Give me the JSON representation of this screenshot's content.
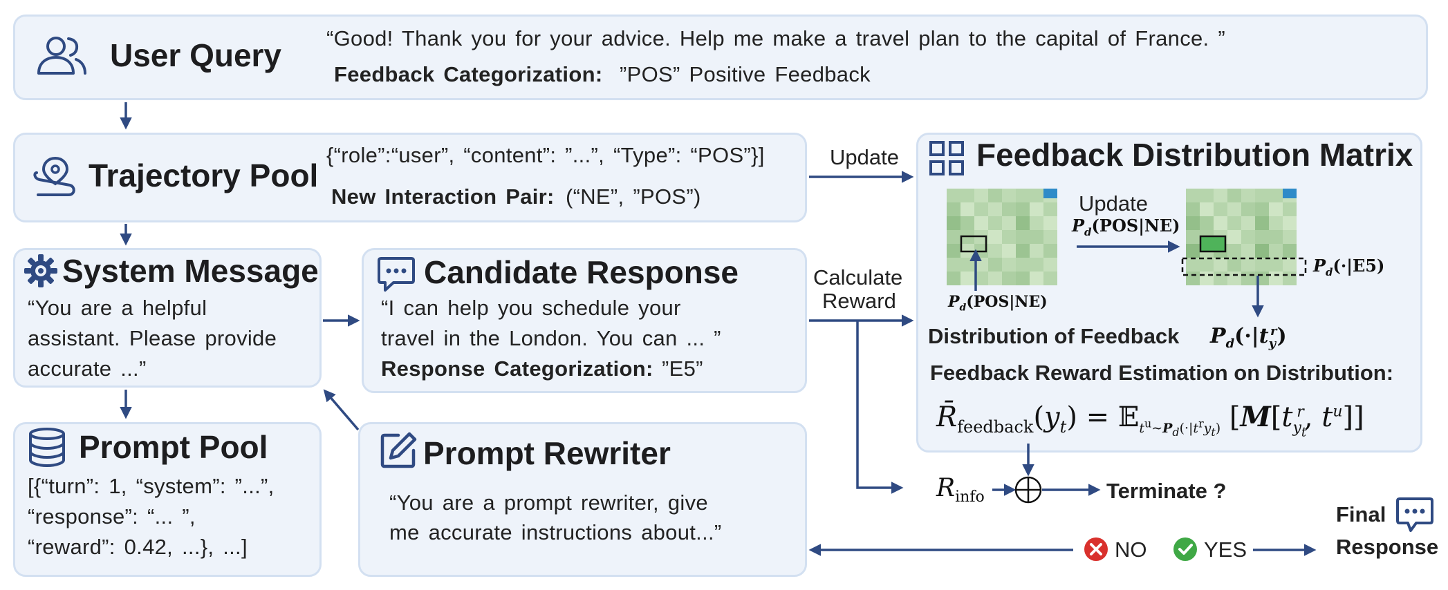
{
  "user_query": {
    "title": "User Query",
    "quote": "“Good!  Thank  you  for  your  advice.  Help  me  make  a  travel  plan  to  the  capital  of  France. ”",
    "feedback_label": "Feedback Categorization:",
    "feedback_value": "”POS”  Positive  Feedback"
  },
  "trajectory_pool": {
    "title": "Trajectory Pool",
    "record": "{“role”:“user”,  “content”:  ”...”,  “Type”:  “POS”}]",
    "pair_label": "New Interaction Pair:",
    "pair_value": "(“NE”,  ”POS”)"
  },
  "system_message": {
    "title": "System Message",
    "lines": [
      "“You  are  a  helpful",
      "assistant.  Please  provide",
      "accurate  ...”"
    ]
  },
  "candidate_response": {
    "title": "Candidate Response",
    "lines": [
      "“I  can  help  you  schedule  your",
      "travel  in  the  London.  You  can  ...  ”"
    ],
    "category_label": "Response Categorization:",
    "category_value": "”E5”"
  },
  "prompt_pool": {
    "title": "Prompt Pool",
    "lines": [
      "[{“turn”:  1,  “system”:  ”...”,",
      "“response”:  “...  ”,",
      "“reward”:  0.42,  ...},  ...]"
    ]
  },
  "prompt_rewriter": {
    "title": "Prompt Rewriter",
    "lines": [
      "“You  are  a  prompt  rewriter,  give",
      "me  accurate  instructions  about...”"
    ]
  },
  "feedback_matrix": {
    "title": "Feedback Distribution Matrix",
    "update_label": "Update",
    "update_formula": "P_d(POS|NE)",
    "left_caption": "P_d(POS|NE)",
    "row_label": "P_d(·|E5)",
    "distribution_label": "Distribution of Feedback",
    "distribution_formula": "P_d(·|t_y^r)",
    "estimation_label": "Feedback Reward Estimation on Distribution:",
    "formula_lhs": "R̄",
    "formula_lhs_sub": "feedback",
    "formula_arg": "(y",
    "formula_arg_sub": "t",
    "formula_eq": ") = 𝔼",
    "formula_e_sub": "tᵘ∼P_d(·|tʳy_t)",
    "formula_rhs": "[M[t",
    "formula_rhs_sup": "r",
    "formula_rhs_sub": "y_t",
    "formula_rhs_end": ", tᵘ]]"
  },
  "flow": {
    "update_label": "Update",
    "calculate_reward_label_line1": "Calculate",
    "calculate_reward_label_line2": "Reward",
    "r_info": "R",
    "r_info_sub": "info",
    "terminate_label": "Terminate ?",
    "no_label": "NO",
    "yes_label": "YES",
    "final_response_line1": "Final",
    "final_response_line2": "Response"
  },
  "colors": {
    "panel_bg": "#eef3fa",
    "panel_border": "#d3e0f1",
    "arrow": "#2f4a82",
    "icon": "#2f4a82",
    "no_red": "#d9312d",
    "yes_green": "#3fa845",
    "matrix_accent": "#2e8bc8"
  }
}
